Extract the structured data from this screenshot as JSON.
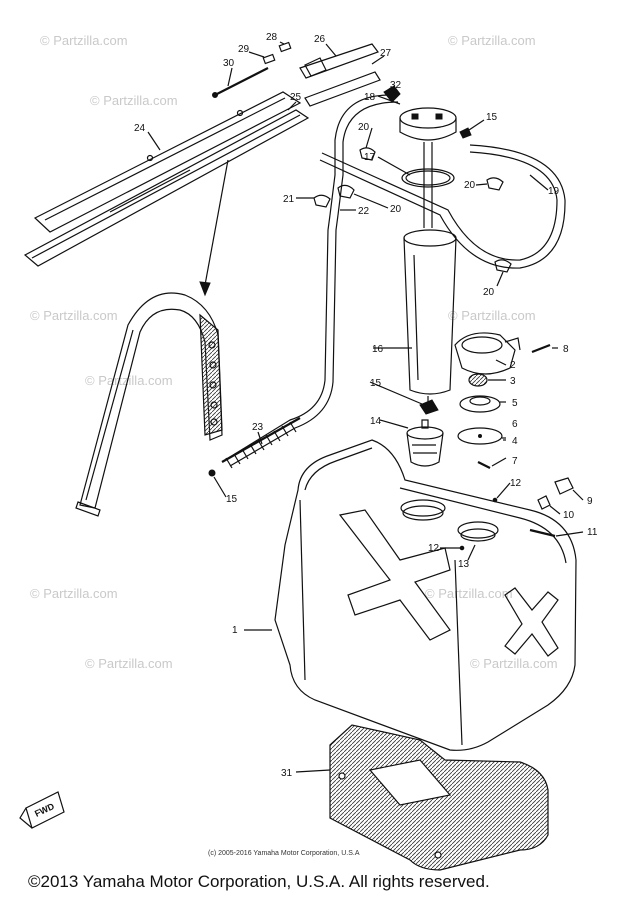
{
  "watermark": "© Partzilla.com",
  "fwd_label": "FWD",
  "small_copyright": "(c) 2005-2016 Yamaha Motor Corporation, U.S.A",
  "footer_copyright": "©2013 Yamaha Motor Corporation, U.S.A. All rights reserved.",
  "callouts": [
    "1",
    "2",
    "3",
    "4",
    "5",
    "6",
    "7",
    "8",
    "9",
    "10",
    "11",
    "12",
    "12",
    "13",
    "14",
    "15",
    "15",
    "15",
    "16",
    "17",
    "18",
    "19",
    "20",
    "20",
    "20",
    "20",
    "21",
    "22",
    "23",
    "24",
    "25",
    "26",
    "27",
    "28",
    "29",
    "30",
    "31",
    "32"
  ]
}
